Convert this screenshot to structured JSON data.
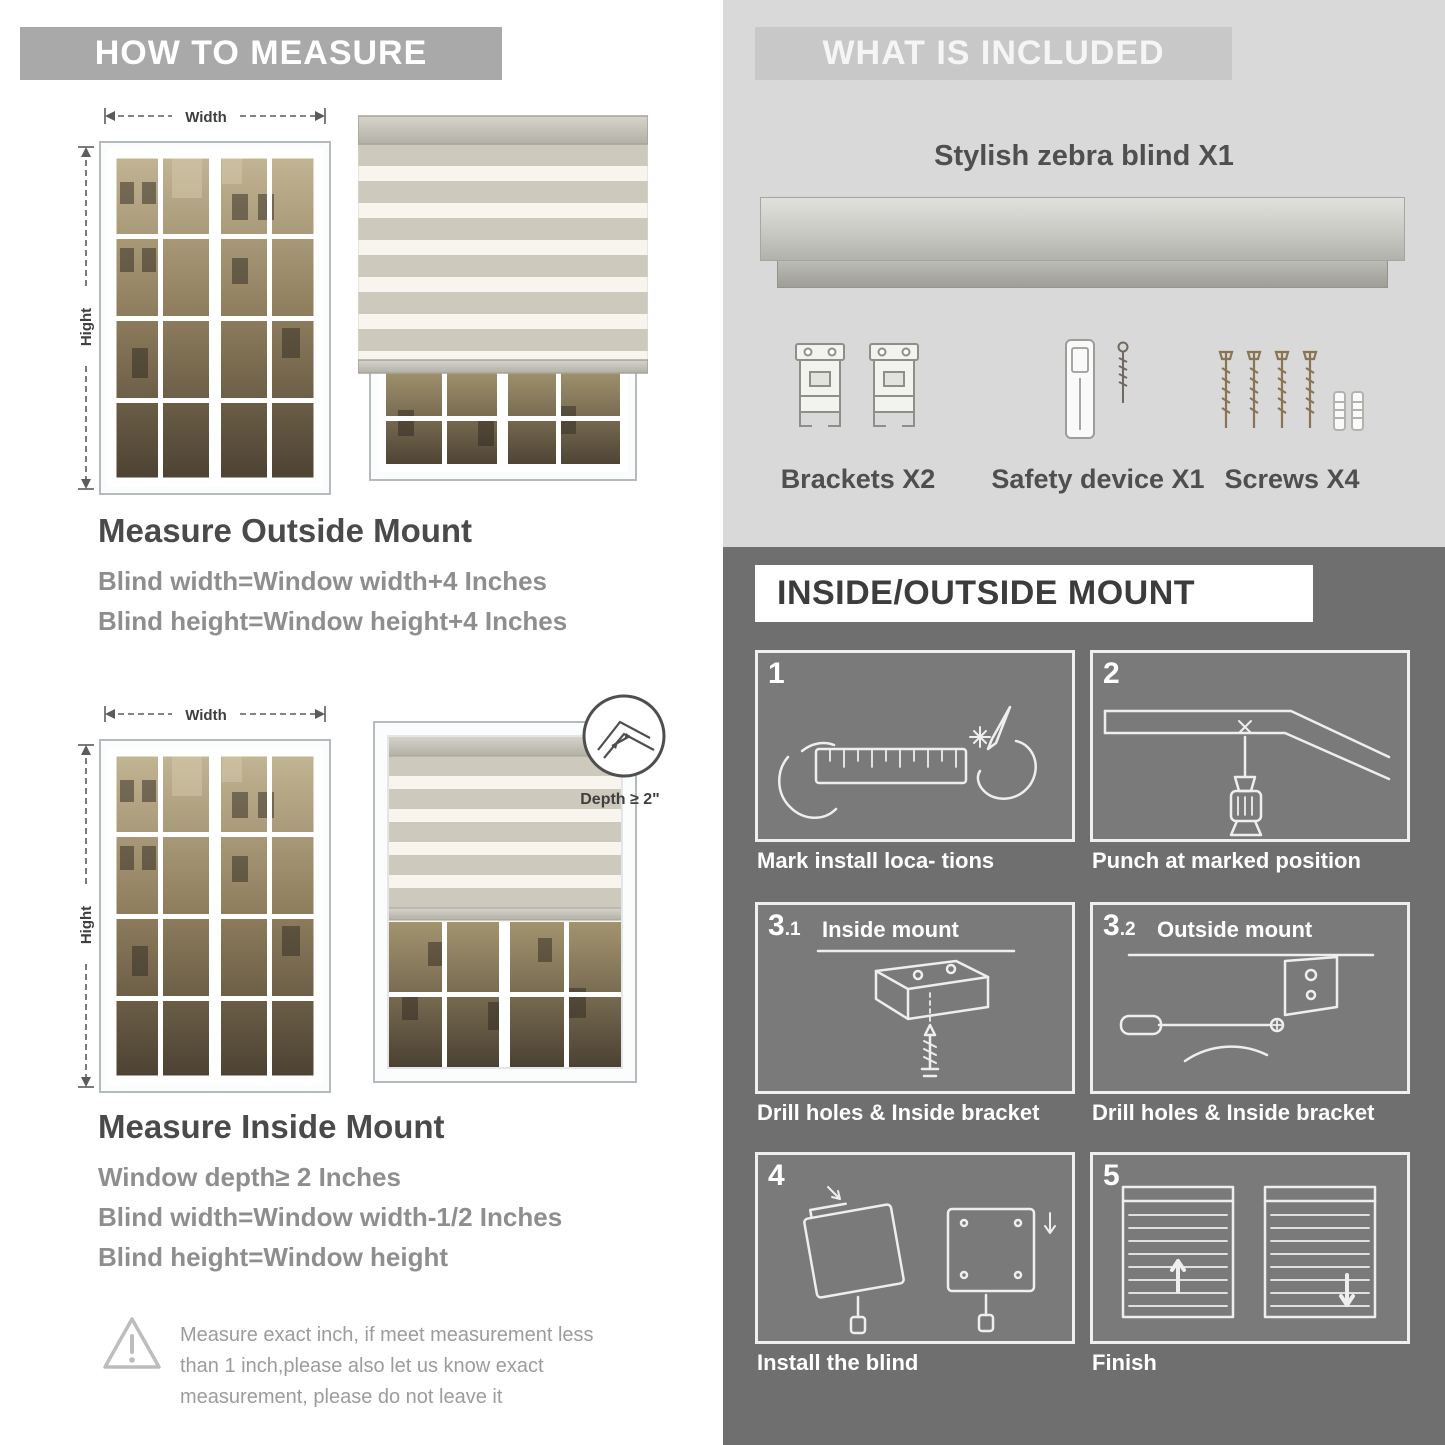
{
  "colors": {
    "banner_gray": "#a9a9a9",
    "included_bg": "#d9d9d9",
    "included_banner": "#c8c8c8",
    "mount_bg": "#6f6f6f",
    "heading_text": "#4a4a4a",
    "formula_text": "#8e8e8e"
  },
  "measure": {
    "banner": "HOW TO MEASURE",
    "labels": {
      "width": "Width",
      "height": "Hight",
      "depth": "Depth ≥ 2\""
    },
    "outside": {
      "heading": "Measure Outside Mount",
      "lines": [
        "Blind width=Window width+4 Inches",
        "Blind height=Window height+4 Inches"
      ]
    },
    "inside": {
      "heading": "Measure Inside Mount",
      "lines": [
        "Window depth≥ 2 Inches",
        "Blind width=Window width-1/2 Inches",
        "Blind height=Window height"
      ]
    },
    "warning": "Measure exact inch, if meet measurement less than 1 inch,please also let us know exact measurement, please do not leave it"
  },
  "included": {
    "banner": "WHAT IS INCLUDED",
    "title": "Stylish zebra blind X1",
    "items": [
      {
        "label": "Brackets X2"
      },
      {
        "label": "Safety device X1"
      },
      {
        "label": "Screws X4"
      }
    ]
  },
  "mount": {
    "banner": "INSIDE/OUTSIDE MOUNT",
    "steps": [
      {
        "num": "1",
        "sub": "",
        "title": "",
        "caption": "Mark install loca- tions"
      },
      {
        "num": "2",
        "sub": "",
        "title": "",
        "caption": "Punch at  marked position"
      },
      {
        "num": "3",
        "sub": ".1",
        "title": "Inside mount",
        "caption": "Drill holes &  Inside bracket"
      },
      {
        "num": "3",
        "sub": ".2",
        "title": "Outside mount",
        "caption": "Drill holes &  Inside bracket"
      },
      {
        "num": "4",
        "sub": "",
        "title": "",
        "caption": "Install the blind"
      },
      {
        "num": "5",
        "sub": "",
        "title": "",
        "caption": "Finish"
      }
    ]
  }
}
